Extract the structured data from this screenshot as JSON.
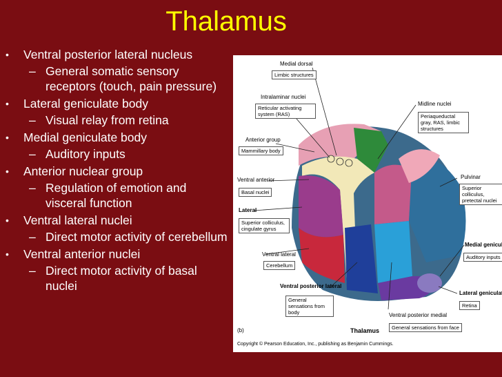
{
  "title": "Thalamus",
  "bullets": [
    {
      "text": "Ventral posterior lateral nucleus",
      "sub": [
        "General somatic sensory receptors (touch, pain pressure)"
      ]
    },
    {
      "text": "Lateral geniculate body",
      "sub": [
        "Visual relay from retina"
      ]
    },
    {
      "text": "Medial geniculate body",
      "sub": [
        "Auditory inputs"
      ]
    },
    {
      "text": "Anterior nuclear group",
      "sub": [
        "Regulation of emotion and visceral function"
      ]
    },
    {
      "text": "Ventral lateral nuclei",
      "sub": [
        "Direct motor activity of cerebellum"
      ]
    },
    {
      "text": "Ventral anterior nuclei",
      "sub": [
        "Direct motor activity of basal nuclei"
      ]
    }
  ],
  "figure": {
    "labels": {
      "medial_dorsal": "Medial dorsal",
      "medial_dorsal_box": "Limbic structures",
      "intralaminar": "Intralaminar nuclei",
      "intralaminar_box": "Reticular activating system (RAS)",
      "anterior_group": "Anterior group",
      "anterior_group_box": "Mammillary body",
      "ventral_anterior": "Ventral anterior",
      "ventral_anterior_box": "Basal nuclei",
      "lateral": "Lateral",
      "lateral_box": "Superior colliculus, cingulate gyrus",
      "ventral_lateral": "Ventral lateral",
      "ventral_lateral_box": "Cerebellum",
      "vpl": "Ventral posterior lateral",
      "vpl_box": "General sensations from body",
      "vpm": "Ventral posterior medial",
      "vpm_box": "General sensations from face",
      "midline": "Midline nuclei",
      "midline_box": "Periaqueductal gray, RAS, limbic structures",
      "pulvinar": "Pulvinar",
      "pulvinar_box": "Superior colliculus, pretectal nuclei",
      "medial_geniculate": "Medial geniculate",
      "medial_geniculate_box": "Auditory inputs",
      "lateral_geniculate": "Lateral geniculate",
      "lateral_geniculate_box": "Retina",
      "panel": "(b)",
      "caption": "Thalamus",
      "copyright": "Copyright © Pearson Education, Inc., publishing as Benjamin Cummings."
    }
  }
}
